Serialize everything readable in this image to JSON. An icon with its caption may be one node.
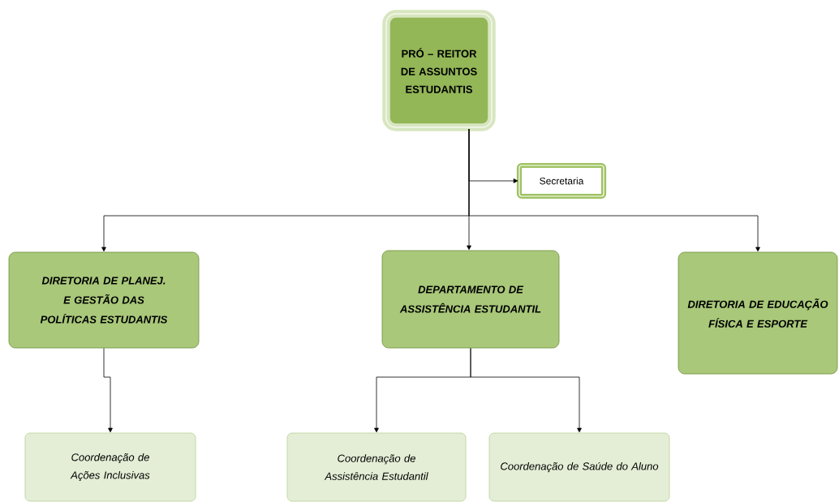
{
  "diagram": {
    "nodes": [
      {
        "text": [
          "PRÓ – REITOR DE ASSUNTOS ESTUDANTIS"
        ]
      },
      {
        "text": [
          "Secretaria"
        ]
      },
      {
        "text": [
          "DIRETORIA DE PLANEJ. E GESTÃO DAS POLÍTICAS ESTUDANTIS"
        ]
      },
      {
        "text": [
          "DEPARTAMENTO DE ASSISTÊNCIA ESTUDANTIL"
        ]
      },
      {
        "text": [
          "DIRETORIA DE EDUCAÇÃO FÍSICA E ESPORTE"
        ]
      },
      {
        "text": [
          "Coordenação de Ações Inclusivas"
        ]
      },
      {
        "text": [
          "Coordenação de Assistência Estudantil"
        ]
      },
      {
        "text": [
          "Coordenação de Saúde do Aluno"
        ]
      }
    ],
    "edges": [
      {
        "from": 0,
        "to": 1,
        "arrow": "to"
      },
      {
        "from": 0,
        "to": 2,
        "arrow": "to"
      },
      {
        "from": 0,
        "to": 3,
        "arrow": "to"
      },
      {
        "from": 0,
        "to": 4,
        "arrow": "to"
      },
      {
        "from": 2,
        "to": 5,
        "arrow": "to"
      },
      {
        "from": 3,
        "to": 6,
        "arrow": "to"
      },
      {
        "from": 3,
        "to": 7,
        "arrow": "to"
      }
    ]
  }
}
